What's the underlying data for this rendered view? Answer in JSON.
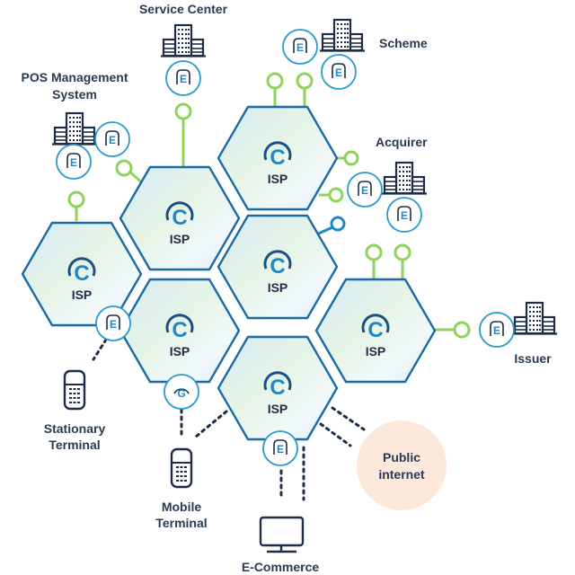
{
  "colors": {
    "hex_stroke": "#1a6aa6",
    "hex_fill_top": "#dbeef8",
    "hex_fill_mid": "#e9f5ec",
    "node_green": "#8fd45a",
    "node_blue": "#1e88c7",
    "badge_ring": "#2a9bd0",
    "dark": "#1e2d45",
    "internet_fill": "#fde9dc"
  },
  "isp_nodes": [
    {
      "id": "isp-top",
      "label": "ISP",
      "logo": "C"
    },
    {
      "id": "isp-upper-left",
      "label": "ISP",
      "logo": "C"
    },
    {
      "id": "isp-left",
      "label": "ISP",
      "logo": "C"
    },
    {
      "id": "isp-center",
      "label": "ISP",
      "logo": "C"
    },
    {
      "id": "isp-lower-left",
      "label": "ISP",
      "logo": "C"
    },
    {
      "id": "isp-right",
      "label": "ISP",
      "logo": "C"
    },
    {
      "id": "isp-bottom",
      "label": "ISP",
      "logo": "C"
    }
  ],
  "entities": {
    "service_center": {
      "label": "Service Center",
      "badge": "E"
    },
    "scheme": {
      "label": "Scheme",
      "badges": [
        "E",
        "E"
      ]
    },
    "pos_management": {
      "label_line1": "POS Management",
      "label_line2": "System",
      "badges": [
        "E",
        "E"
      ]
    },
    "acquirer": {
      "label": "Acquirer",
      "badges": [
        "E",
        "E"
      ]
    },
    "issuer": {
      "label": "Issuer",
      "badge": "E"
    },
    "stationary_terminal": {
      "label_line1": "Stationary",
      "label_line2": "Terminal"
    },
    "mobile_terminal": {
      "label_line1": "Mobile",
      "label_line2": "Terminal"
    },
    "ecommerce": {
      "label": "E-Commerce"
    },
    "public_internet": {
      "label_line1": "Public",
      "label_line2": "internet"
    }
  },
  "hex_badges": {
    "left_hex_badge": "E",
    "lower_left_hex_badge": "G",
    "bottom_hex_badge": "E"
  }
}
